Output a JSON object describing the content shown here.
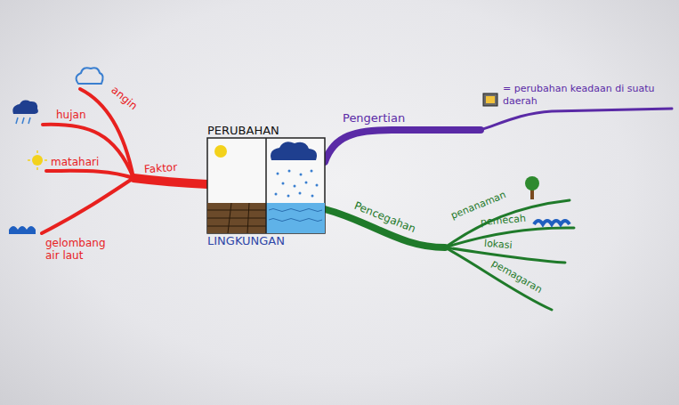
{
  "diagram": {
    "nodes": [
      {
        "text": [
          "PERUBAHAN",
          "LINGKUNGAN"
        ]
      }
    ],
    "labels": [
      "Faktor",
      "angin",
      "hujan",
      "matahari",
      "gelombang air laut",
      "Pengertian",
      "= perubahan keadaan di suatu daerah",
      "Pencegahan",
      "penanaman",
      "pemecah",
      "lokasi",
      "pemagaran"
    ]
  }
}
